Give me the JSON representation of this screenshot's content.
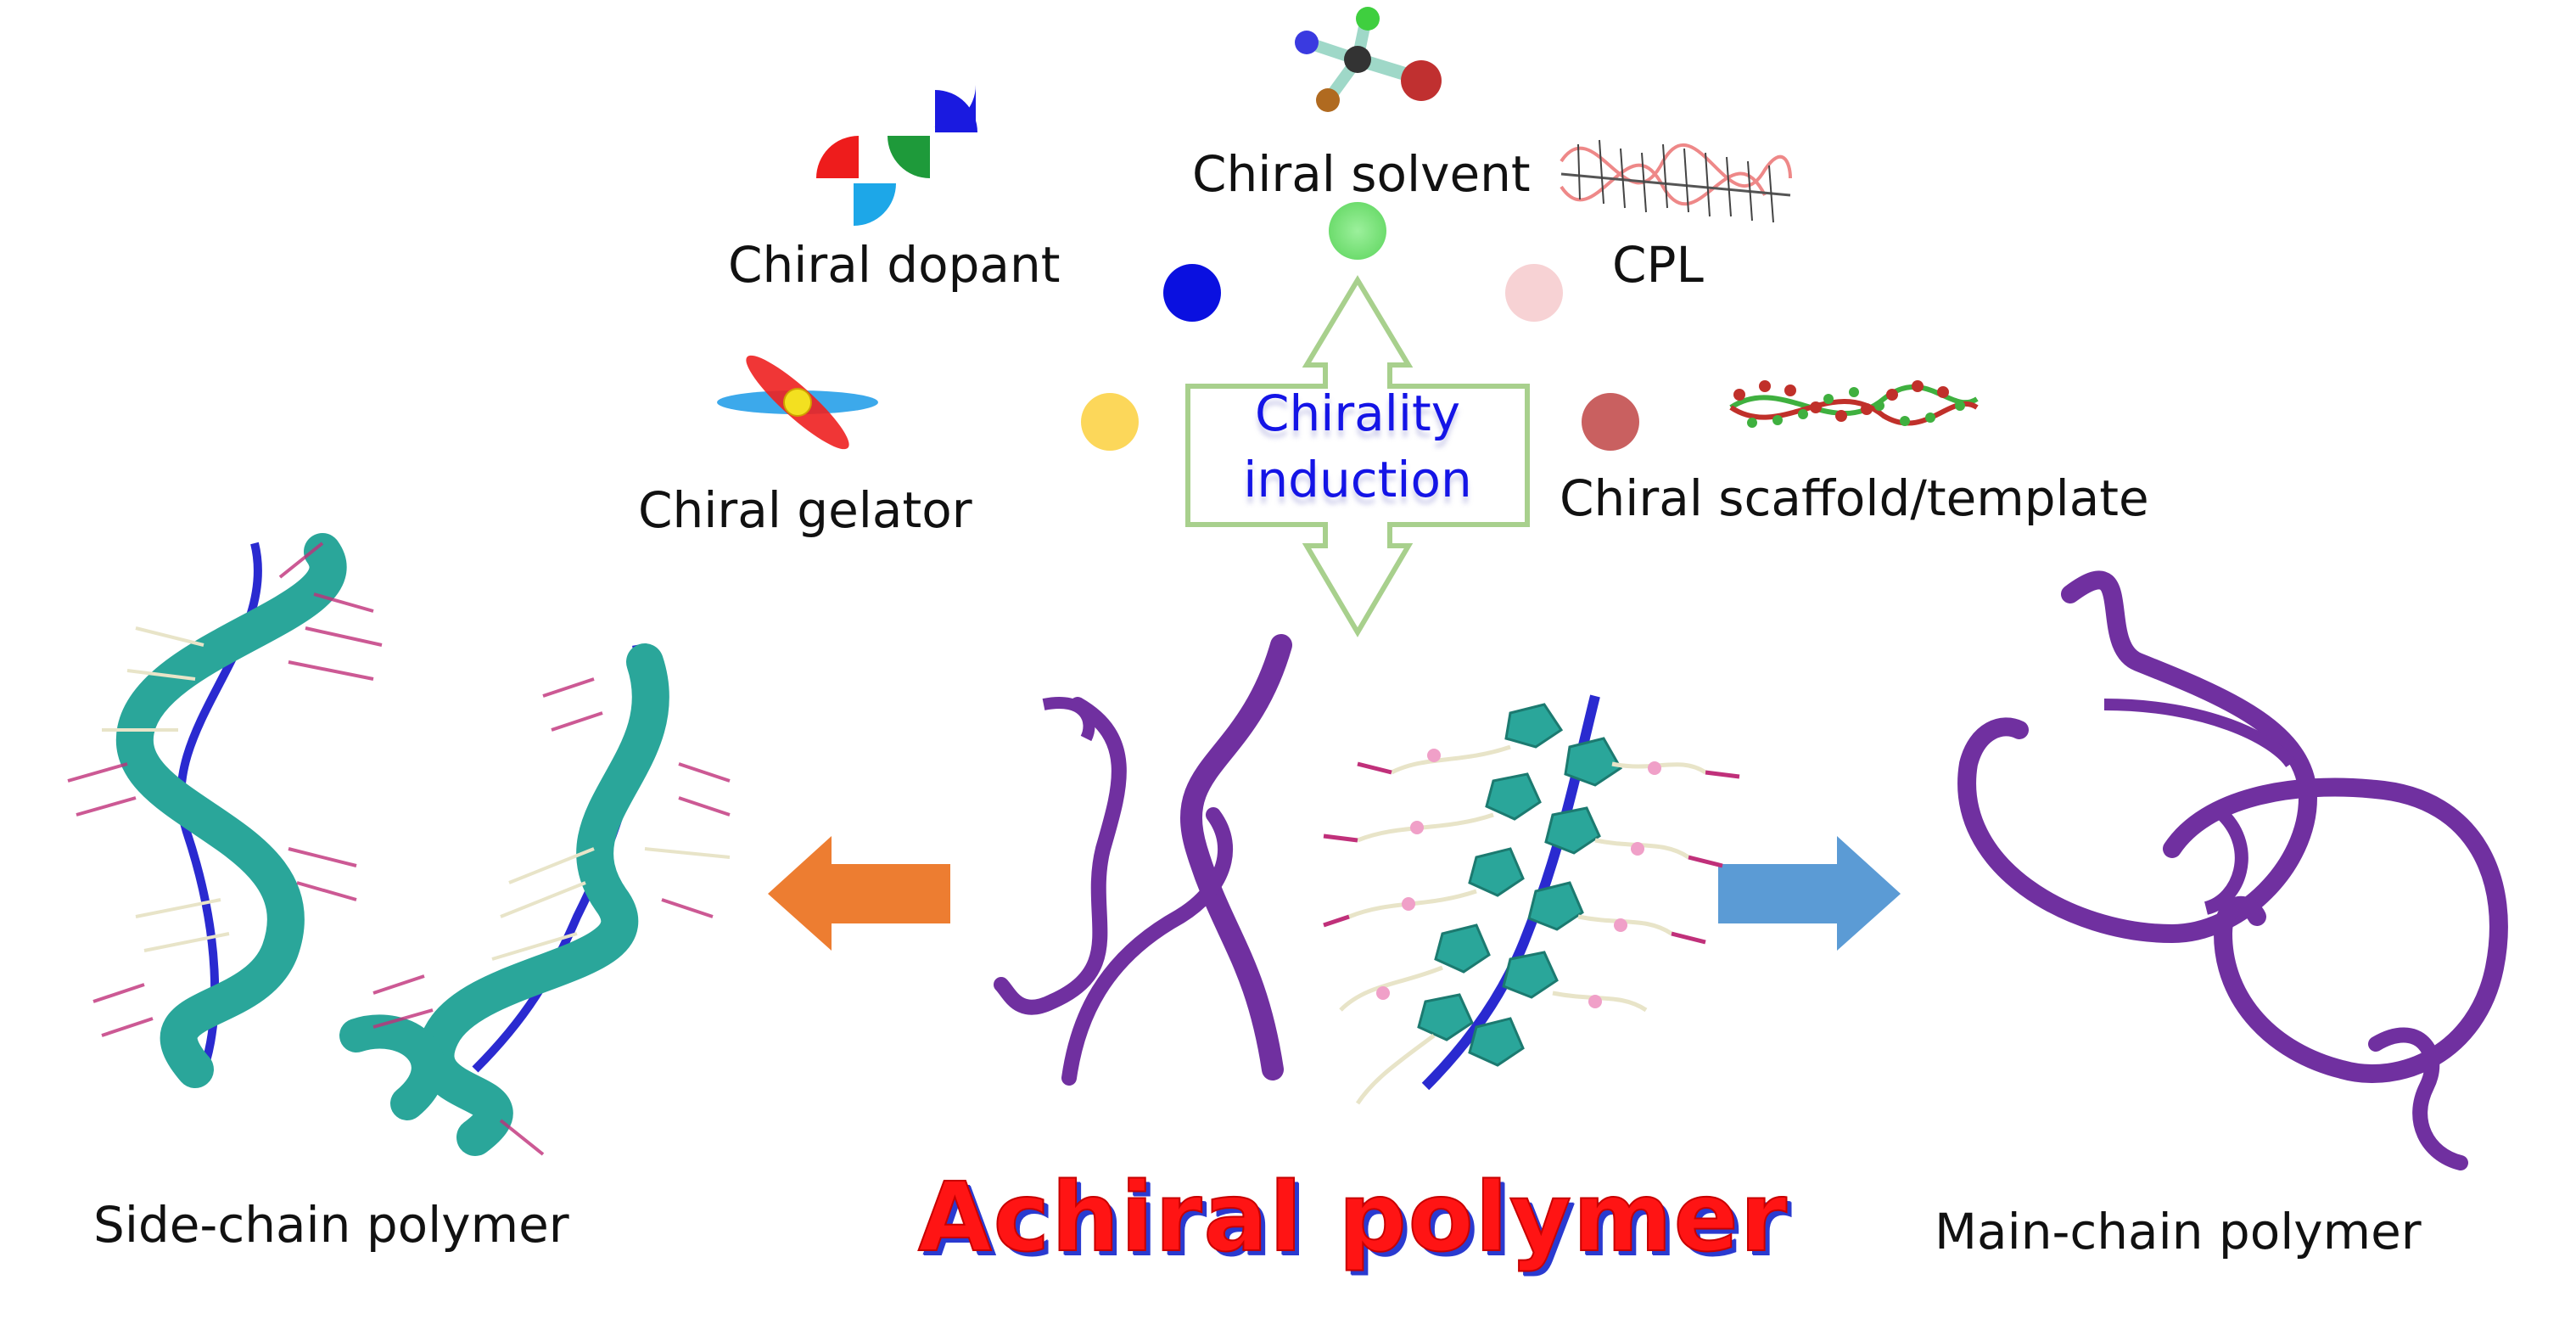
{
  "labels": {
    "chiral_solvent": "Chiral solvent",
    "chiral_dopant": "Chiral dopant",
    "cpl": "CPL",
    "chiral_gelator": "Chiral gelator",
    "chiral_scaffold": "Chiral scaffold/template",
    "induction_line1": "Chirality",
    "induction_line2": "induction",
    "side_chain": "Side-chain polymer",
    "main_chain": "Main-chain polymer",
    "achiral": "Achiral polymer"
  },
  "colors": {
    "dot_green": "#7ee87e",
    "dot_blue": "#0a10e0",
    "dot_pink": "#f7d2d4",
    "dot_yellow": "#fcd75a",
    "dot_brick": "#c96060",
    "arrow_outline": "#a8d08d",
    "arrow_left": "#ed7d31",
    "arrow_right": "#5b9bd5",
    "purple": "#7030a0",
    "teal": "#2aa69a",
    "magenta": "#c0307a",
    "title_red": "#ff1414",
    "title_shadow": "#2a3ad0",
    "induction_text": "#1414e6"
  }
}
